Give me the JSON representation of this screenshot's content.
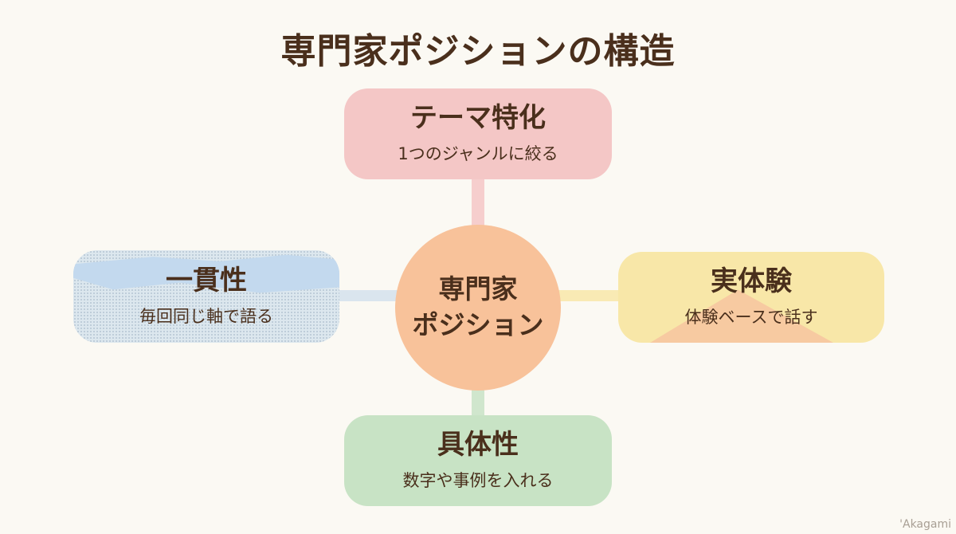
{
  "title": "専門家ポジションの構造",
  "center": {
    "line1": "専門家",
    "line2": "ポジション"
  },
  "nodes": {
    "top": {
      "heading": "テーマ特化",
      "sub": "1つのジャンルに絞る",
      "color": "#f4c7c6"
    },
    "left": {
      "heading": "一貫性",
      "sub": "毎回同じ軸で語る",
      "color": "#c3d9ee"
    },
    "right": {
      "heading": "実体験",
      "sub": "体験ベースで話す",
      "color": "#f8e7a8"
    },
    "bottom": {
      "heading": "具体性",
      "sub": "数字や事例を入れる",
      "color": "#c8e3c5"
    }
  },
  "center_color": "#f8c29a",
  "watermark": "'Akagami"
}
